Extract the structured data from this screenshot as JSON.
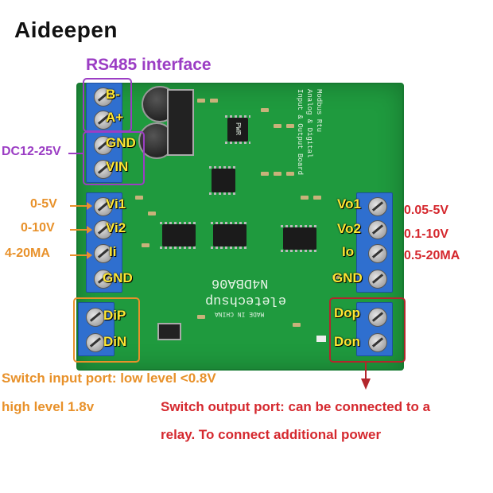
{
  "brand": "Aideepen",
  "rs485_title": "RS485 interface",
  "power_label": "DC12-25V",
  "left_terminals": [
    "B-",
    "A+",
    "GND",
    "VIN"
  ],
  "input_pins": [
    "Vi1",
    "Vi2",
    "Ii",
    "GND"
  ],
  "input_ranges": [
    "0-5V",
    "0-10V",
    "4-20MA"
  ],
  "output_pins": [
    "Vo1",
    "Vo2",
    "Io",
    "GND"
  ],
  "output_ranges": [
    "0.05-5V",
    "0.1-10V",
    "0.5-20MA"
  ],
  "switch_in_pins": [
    "DiP",
    "DiN"
  ],
  "switch_out_pins": [
    "Dop",
    "Don"
  ],
  "silk": {
    "model": "N4DBA06",
    "maker": "eletechsup",
    "made": "MADE IN CHINA",
    "desc1": "Modbus Rtu",
    "desc2": "Analog & Digital",
    "desc3": "Input & Output Board",
    "pwr": "PWR"
  },
  "notes": {
    "switch_in_1": "Switch input port: low level <0.8V",
    "switch_in_2": "high level 1.8v",
    "switch_out_1": "Switch output port: can be connected to a",
    "switch_out_2": "relay. To connect additional power"
  }
}
